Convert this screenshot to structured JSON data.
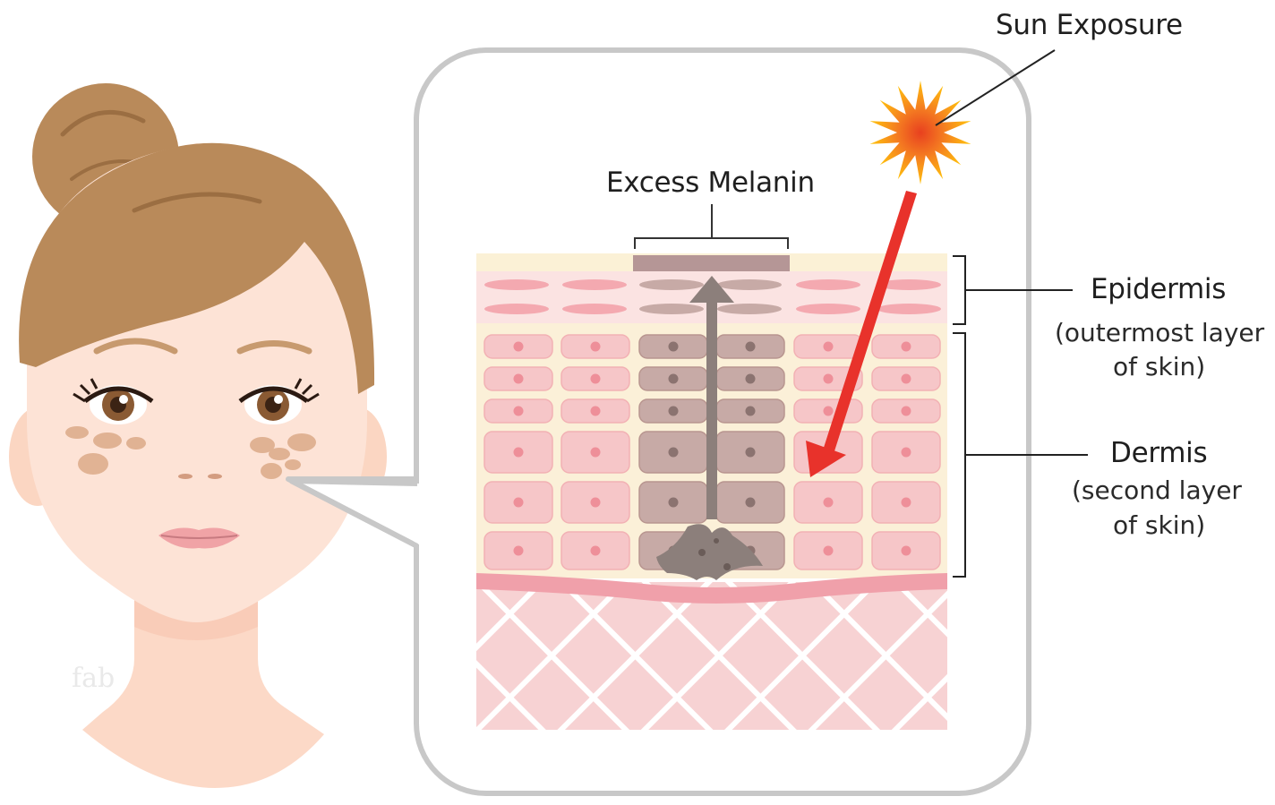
{
  "labels": {
    "sun_exposure": "Sun Exposure",
    "excess_melanin": "Excess Melanin",
    "epidermis_title": "Epidermis",
    "epidermis_desc_1": "(outermost layer",
    "epidermis_desc_2": "of skin)",
    "dermis_title": "Dermis",
    "dermis_desc_1": "(second layer",
    "dermis_desc_2": "of skin)"
  },
  "watermark": "fab",
  "colors": {
    "hair": "#b9895a",
    "skin": "#fde3d6",
    "spots": "#dcaa88",
    "callout_border": "#c8c8c8",
    "epidermis_top": "#fbf1d6",
    "cell_pink": "#f6c6c8",
    "cell_brown": "#c7aaa6",
    "melanin_bar": "#b59696",
    "basal_line": "#ef9ea8",
    "dermis_mesh": "#f6d3d3",
    "sun_ray_arrow": "#e8322b",
    "melanin_arrow": "#8c7f7b",
    "sun_core": "#f26522",
    "sun_outer": "#ffc20e"
  },
  "icons": [
    "sun-icon",
    "face-illustration",
    "melanocyte-icon"
  ]
}
